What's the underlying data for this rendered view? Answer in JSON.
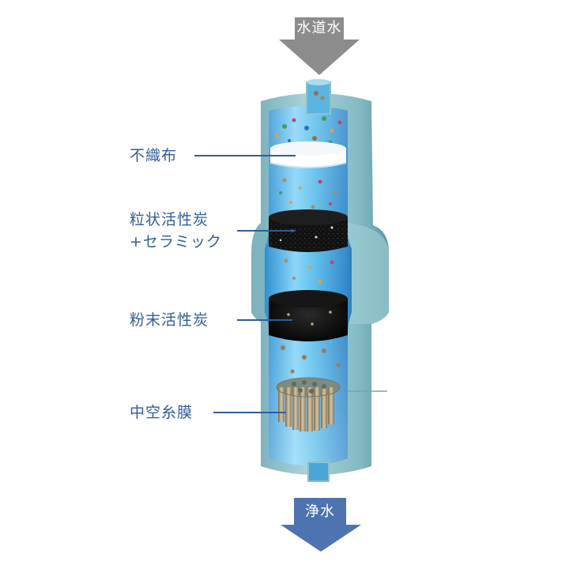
{
  "arrows": {
    "inlet": "水道水",
    "outlet": "浄水"
  },
  "layers": [
    {
      "label": "不織布"
    },
    {
      "label": "粒状活性炭"
    },
    {
      "label": "+セラミック"
    },
    {
      "label": "粉末活性炭"
    },
    {
      "label": "中空糸膜"
    }
  ],
  "colors": {
    "label_text": "#2f5e97",
    "inlet_arrow": "#8c8c8c",
    "outlet_arrow": "#4d73b0",
    "cartridge_shell": "#8fc0c8",
    "water": "#5fb8e8",
    "carbon": "#111111",
    "fiber": "#ffffff",
    "membrane": "#b8a58a"
  }
}
